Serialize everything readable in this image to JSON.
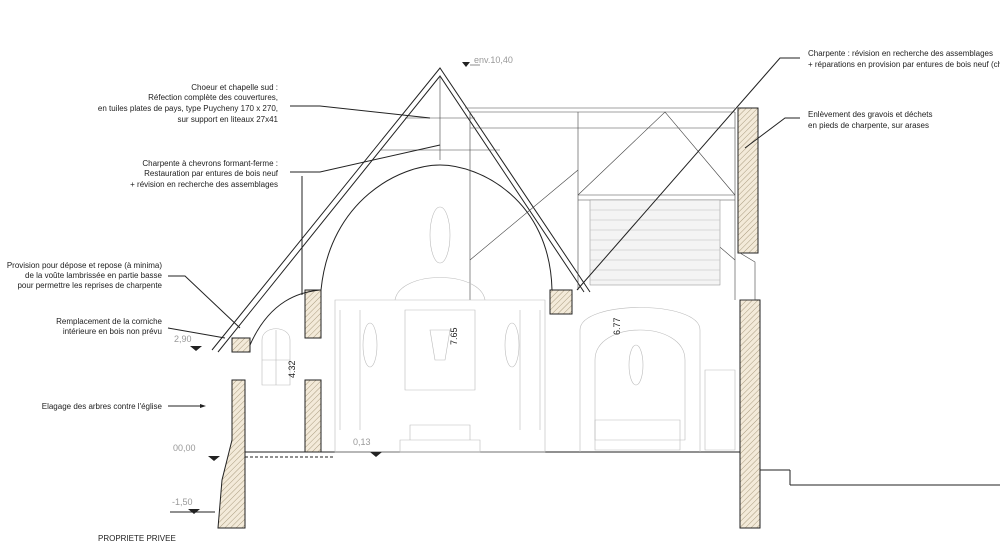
{
  "annotations": {
    "choeur": [
      "Choeur et chapelle sud :",
      "Réfection complète des couvertures,",
      "en tuiles plates de pays, type Puycheny 170 x 270,",
      "sur support en liteaux 27x41"
    ],
    "charpente_chevrons": [
      "Charpente à chevrons formant-ferme :",
      "Restauration par entures de bois neuf",
      "+ révision en recherche des assemblages"
    ],
    "provision": [
      "Provision pour dépose et repose (à minima)",
      "de la voûte lambrissée en partie basse",
      "pour permettre les reprises de charpente"
    ],
    "corniche": [
      "Remplacement de la corniche",
      "intérieure en bois non prévu"
    ],
    "elagage": [
      "Elagage des arbres contre l'église"
    ],
    "charpente_revision": [
      "Charpente : révision en recherche des assemblages",
      "+ réparations en provision par entures de bois neuf (chêne)"
    ],
    "gravois": [
      "Enlèvement des gravois et déchets",
      "en pieds de charpente, sur arases"
    ]
  },
  "levels": {
    "top": "env.10,40",
    "eave": "2,90",
    "floor": "00,00",
    "nave": "0,13",
    "ground": "-1,50"
  },
  "dimensions": {
    "side_window": "4.32",
    "altar": "7.65",
    "chapel": "6.77"
  },
  "footer": {
    "label": "PROPRIETE PRIVEE"
  }
}
